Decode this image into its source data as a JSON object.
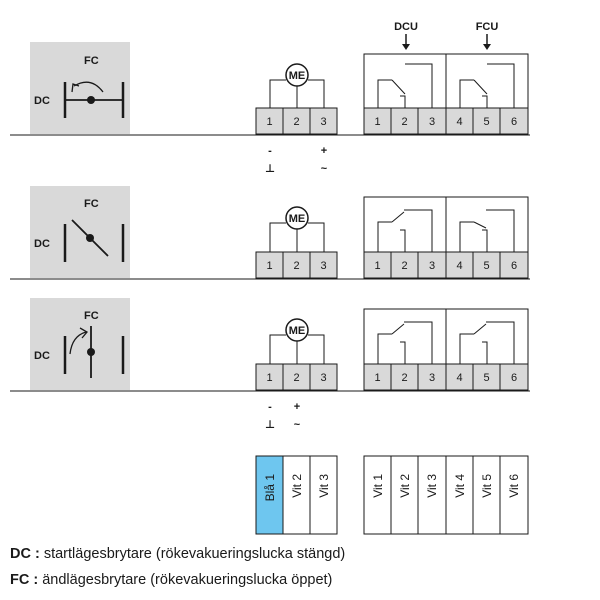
{
  "labels": {
    "fc": "FC",
    "dc": "DC",
    "motor": "ME",
    "dcu": "DCU",
    "fcu": "FCU"
  },
  "motor_terminals": [
    "1",
    "2",
    "3"
  ],
  "switch_terminals": [
    "1",
    "2",
    "3",
    "4",
    "5",
    "6"
  ],
  "polarity": {
    "minus": "-",
    "ground": "⊥",
    "plus": "+",
    "ac": "~"
  },
  "wires": {
    "motor": [
      "Blå 1",
      "Vit 2",
      "Vit 3"
    ],
    "switches": [
      "Vit 1",
      "Vit 2",
      "Vit 3",
      "Vit 4",
      "Vit 5",
      "Vit 6"
    ]
  },
  "colors": {
    "panel_gray": "#d9d9d9",
    "terminal_gray": "#d9d9d9",
    "blue_wire": "#6ec6ef",
    "line": "#1a1a1a"
  },
  "legend": {
    "dc_key": "DC :",
    "dc_text": "startlägesbrytare (rökevakueringslucka stängd)",
    "fc_key": "FC :",
    "fc_text": "ändlägesbrytare (rökevakueringslucka öppet)"
  }
}
